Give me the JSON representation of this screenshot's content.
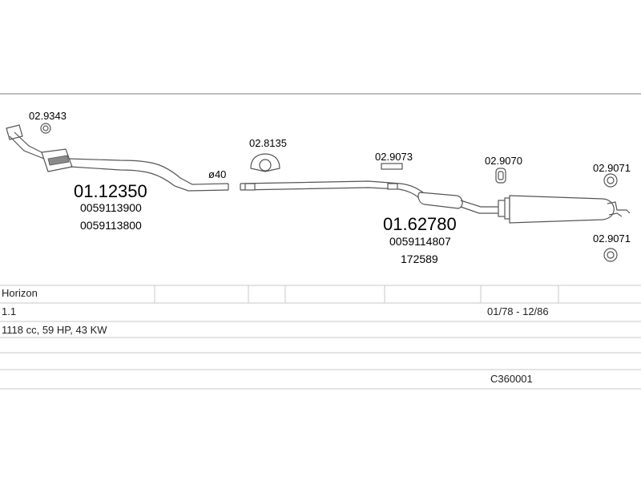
{
  "parts": {
    "top_clamp": "02.9343",
    "front_pipe_no": "01.12350",
    "front_pipe_oem1": "0059113900",
    "front_pipe_oem2": "0059113800",
    "diameter": "ø40",
    "gasket": "02.8135",
    "hanger_mid": "02.9073",
    "rear_no": "01.62780",
    "rear_oem1": "0059114807",
    "rear_oem2": "172589",
    "hanger_rear": "02.9070",
    "ring_top": "02.9071",
    "ring_bottom": "02.9071"
  },
  "table": {
    "model": "Horizon",
    "engine": "1.1",
    "years": "01/78 - 12/86",
    "specs": "1118 cc, 59 HP, 43 KW",
    "code": "C360001"
  }
}
